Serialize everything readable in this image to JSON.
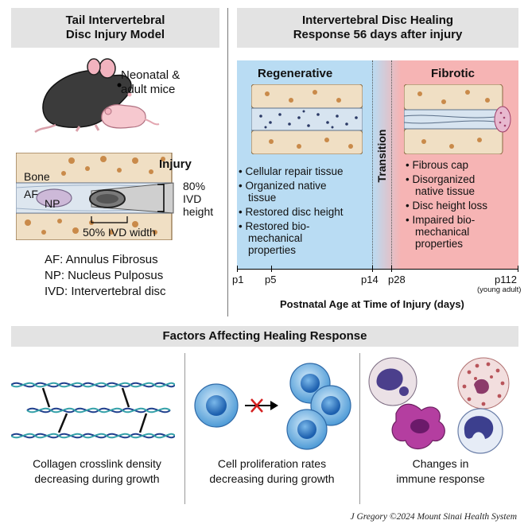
{
  "left_panel": {
    "title_line1": "Tail Intervertebral",
    "title_line2": "Disc Injury Model",
    "mice_label_line1": "Neonatal &",
    "mice_label_line2": "adult mice",
    "injury_label": "Injury",
    "bone_label": "Bone",
    "af_label": "AF",
    "np_label": "NP",
    "height_line1": "80%",
    "height_line2": "IVD",
    "height_line3": "height",
    "width_label": "50% IVD width",
    "legend": [
      "AF: Annulus Fibrosus",
      "NP: Nucleus Pulposus",
      "IVD: Intervertebral disc"
    ]
  },
  "right_panel": {
    "title_line1": "Intervertebral Disc Healing",
    "title_line2": "Response 56 days after injury",
    "regen_title": "Regenerative",
    "fibrotic_title": "Fibrotic",
    "transition_label": "Transition",
    "regen_bullets": [
      {
        "l1": "Cellular repair tissue",
        "l2": ""
      },
      {
        "l1": "Organized native",
        "l2": "tissue"
      },
      {
        "l1": "Restored disc height",
        "l2": ""
      },
      {
        "l1": "Restored bio-",
        "l2": "mechanical",
        "l3": "properties"
      }
    ],
    "fibrotic_bullets": [
      {
        "l1": "Fibrous cap",
        "l2": ""
      },
      {
        "l1": "Disorganized",
        "l2": "native tissue"
      },
      {
        "l1": "Disc height loss",
        "l2": ""
      },
      {
        "l1": "Impaired bio-",
        "l2": "mechanical",
        "l3": "properties"
      }
    ],
    "ticks": [
      "p1",
      "p5",
      "p14",
      "p28",
      "p112"
    ],
    "young_adult": "(young adult)",
    "axis_label": "Postnatal Age at Time of Injury (days)",
    "colors": {
      "regen": "#b9dcf3",
      "fibrotic": "#f6b4b4"
    }
  },
  "factors": {
    "title": "Factors Affecting Healing Response",
    "items": [
      {
        "l1": "Collagen crosslink density",
        "l2": "decreasing during growth"
      },
      {
        "l1": "Cell proliferation rates",
        "l2": "decreasing during growth"
      },
      {
        "l1": "Changes in",
        "l2": "immune response"
      }
    ]
  },
  "credit": "J Gregory ©2024 Mount Sinai Health System"
}
